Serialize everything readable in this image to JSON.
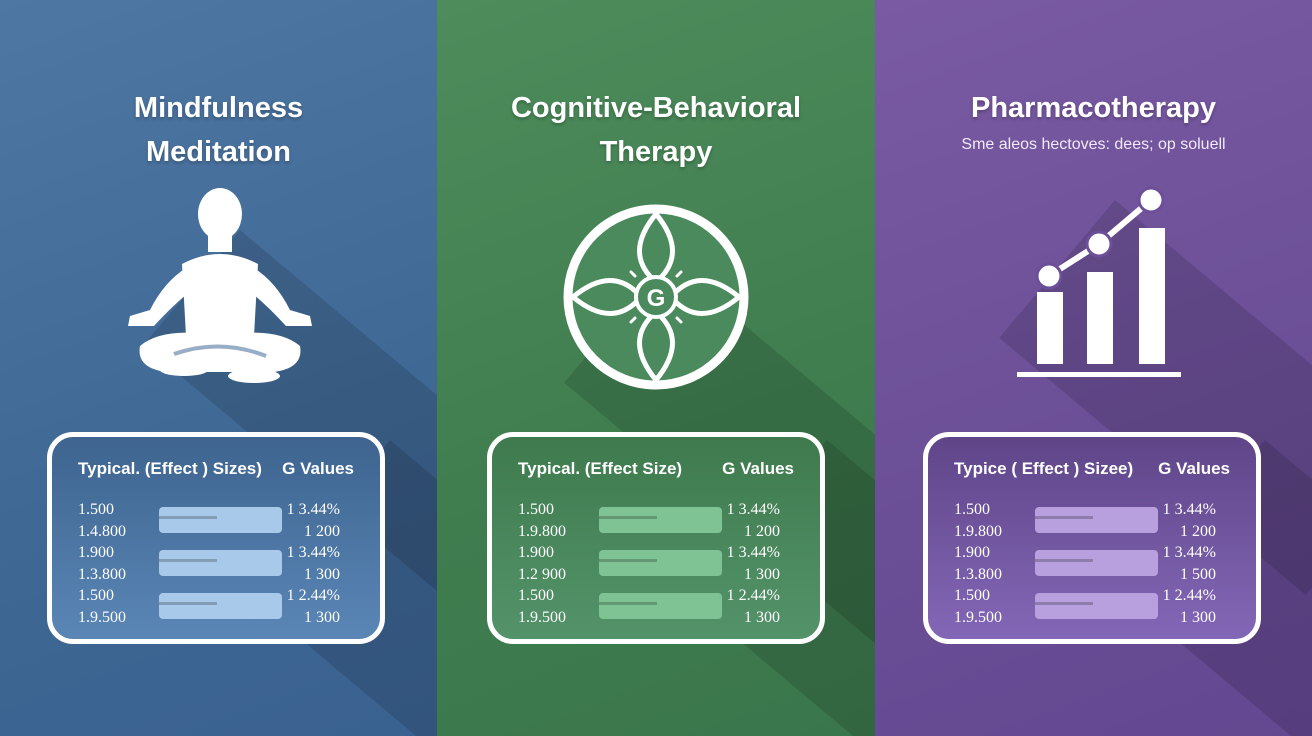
{
  "panels": [
    {
      "id": "mindfulness",
      "title_line1": "Mindfulness",
      "title_line2": "Meditation",
      "icon": "meditation-figure-icon",
      "bg": "#446c98",
      "card": {
        "header_left": "Typical.  (Effect ) Sizes)",
        "header_right": "G Values",
        "labels": [
          "1.500",
          "1.4.800",
          "1.900",
          "1.3.800",
          "1.500",
          "1.9.500"
        ],
        "values": [
          "1 3.44%",
          "1 200",
          "1 3.44%",
          "1 300",
          "1 2.44%",
          "1 300"
        ]
      }
    },
    {
      "id": "cbt",
      "title_line1": "Cognitive-Behavioral",
      "title_line2": "Therapy",
      "icon": "cbt-emblem-icon",
      "bg": "#438355",
      "card": {
        "header_left": "Typical.  (Effect Size)",
        "header_right": "G Values",
        "labels": [
          "1.500",
          "1.9.800",
          "1.900",
          "1.2 900",
          "1.500",
          "1.9.500"
        ],
        "values": [
          "1 3.44%",
          "1 200",
          "1 3.44%",
          "1 300",
          "1 2.44%",
          "1 300"
        ]
      }
    },
    {
      "id": "pharmacotherapy",
      "title_line1": "Pharmacotherapy",
      "subtitle": "Sme aleos hectoves: dees; op soluell",
      "icon": "bar-chart-trend-icon",
      "bg": "#6c4f98",
      "card": {
        "header_left": "Typice  ( Effect ) Sizee)",
        "header_right": "G Values",
        "labels": [
          "1.500",
          "1.9.800",
          "1.900",
          "1.3.800",
          "1.500",
          "1.9.500"
        ],
        "values": [
          "1 3.44%",
          "1 200",
          "1 3.44%",
          "1 500",
          "1 2.44%",
          "1 300"
        ]
      }
    }
  ],
  "cbt_emblem_letter": "G"
}
